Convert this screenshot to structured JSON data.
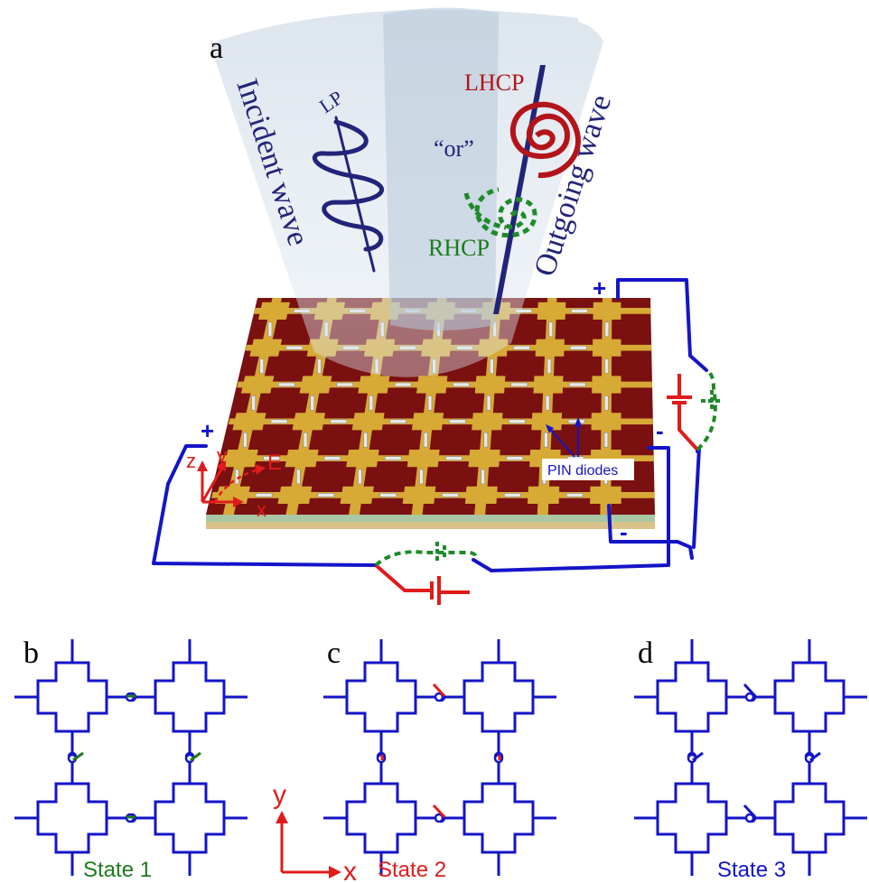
{
  "panel_a": {
    "label": "a",
    "incident_text": "Incident wave",
    "outgoing_text": "Outgoing wave",
    "lp": "LP",
    "lhcp": "LHCP",
    "rhcp": "RHCP",
    "or": "“or”",
    "pin_diodes": "PIN diodes",
    "plus_top": "+",
    "minus_right": "-",
    "plus_left": "+",
    "minus_bottom": "-",
    "axes": {
      "z": "z",
      "y": "y",
      "x": "x",
      "e": "E"
    }
  },
  "panel_b": {
    "label": "b",
    "state": "State 1"
  },
  "panel_c": {
    "label": "c",
    "state": "State 2",
    "axis_x": "x",
    "axis_y": "y"
  },
  "panel_d": {
    "label": "d",
    "state": "State 3"
  },
  "colors": {
    "blue": "#1414c8",
    "navy": "#22247a",
    "red": "#e01b1b",
    "dark_red": "#b3141a",
    "green": "#1e7a1e",
    "green_dash": "#1f8a2a",
    "substrate": "#7a1010",
    "metal": "#d7a935",
    "beam": "#c9d6e3"
  }
}
